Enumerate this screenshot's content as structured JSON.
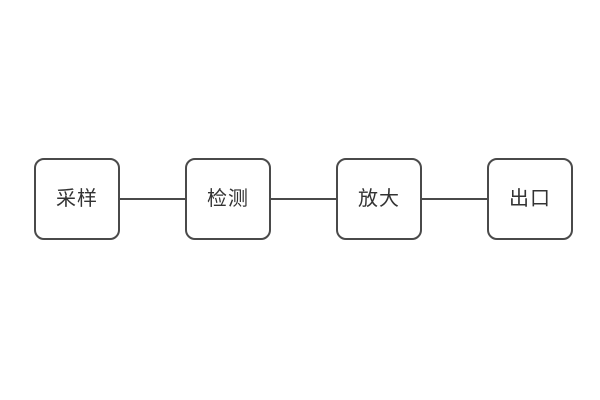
{
  "diagram": {
    "type": "flowchart",
    "direction": "left-to-right",
    "nodes": [
      {
        "id": "node-1",
        "label": "采样"
      },
      {
        "id": "node-2",
        "label": "检测"
      },
      {
        "id": "node-3",
        "label": "放大"
      },
      {
        "id": "node-4",
        "label": "出口"
      }
    ],
    "connections": [
      {
        "from": "采样",
        "to": "检测",
        "style": "plain-line"
      },
      {
        "from": "检测",
        "to": "放大",
        "style": "plain-line"
      },
      {
        "from": "放大",
        "to": "出口",
        "style": "plain-line"
      }
    ],
    "colors": {
      "background": "#ffffff",
      "node_fill": "#ffffff",
      "node_border": "#4a4a4a",
      "text": "#333333",
      "connector": "#4a4a4a"
    }
  }
}
